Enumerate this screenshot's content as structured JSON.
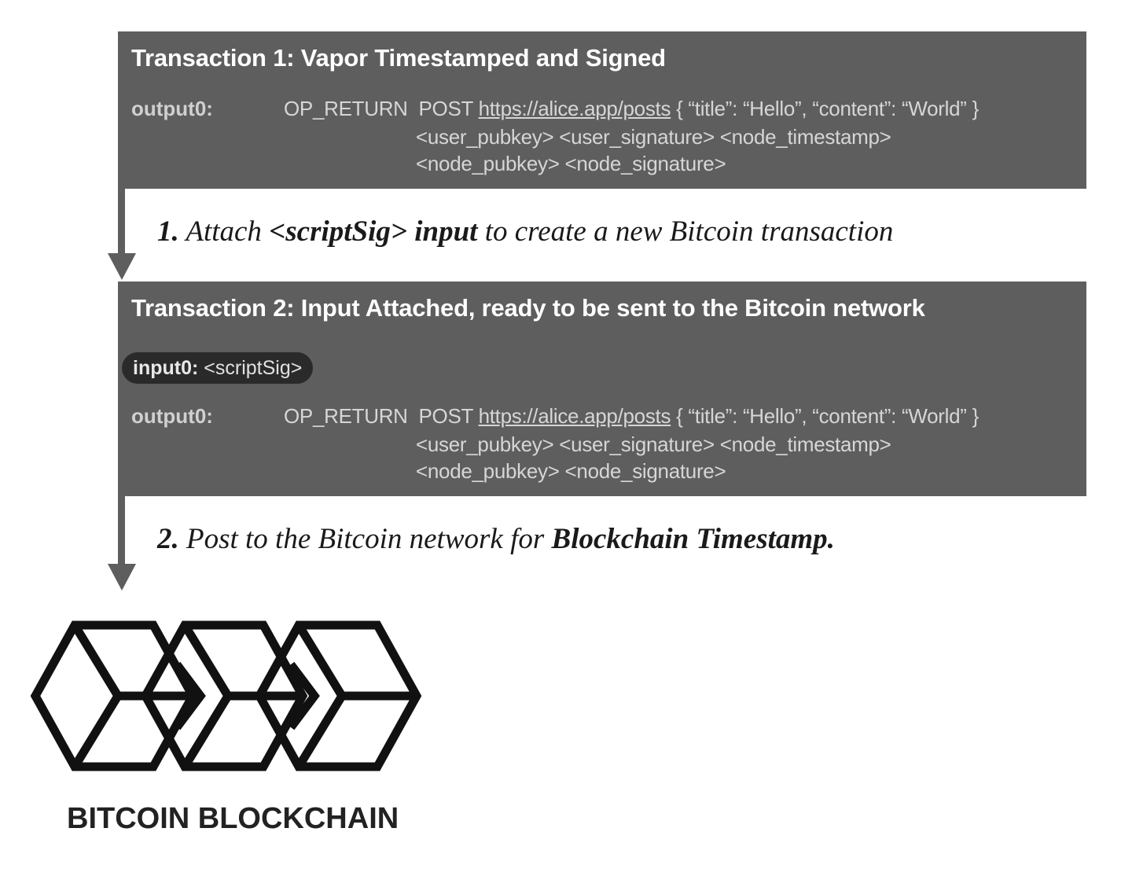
{
  "tx1": {
    "title": "Transaction 1: Vapor Timestamped and Signed",
    "output_label": "output0:",
    "opcode": "OP_RETURN",
    "method": "POST",
    "url": "https://alice.app/posts",
    "payload": "{ “title”: “Hello”, “content”: “World” }",
    "line2": "<user_pubkey> <user_signature> <node_timestamp>",
    "line3": "<node_pubkey> <node_signature>"
  },
  "step1": {
    "number": "1.",
    "text_a": "Attach",
    "bold": "<scriptSig> input",
    "text_b": "to create a new Bitcoin transaction"
  },
  "tx2": {
    "title": "Transaction 2: Input Attached, ready to be sent to the Bitcoin network",
    "input_label": "input0:",
    "input_value": "<scriptSig>",
    "output_label": "output0:",
    "opcode": "OP_RETURN",
    "method": "POST",
    "url": "https://alice.app/posts",
    "payload": "{ “title”: “Hello”, “content”: “World” }",
    "line2": "<user_pubkey> <user_signature> <node_timestamp>",
    "line3": "<node_pubkey> <node_signature>"
  },
  "step2": {
    "number": "2.",
    "text_a": "Post to the Bitcoin network for",
    "bold": "Blockchain Timestamp."
  },
  "logo": {
    "caption": "BITCOIN BLOCKCHAIN",
    "icon": "blockchain-cubes-icon"
  },
  "colors": {
    "box": "#5e5e5e",
    "pill": "#2a2a2a",
    "text_light": "#d6d6d6"
  }
}
